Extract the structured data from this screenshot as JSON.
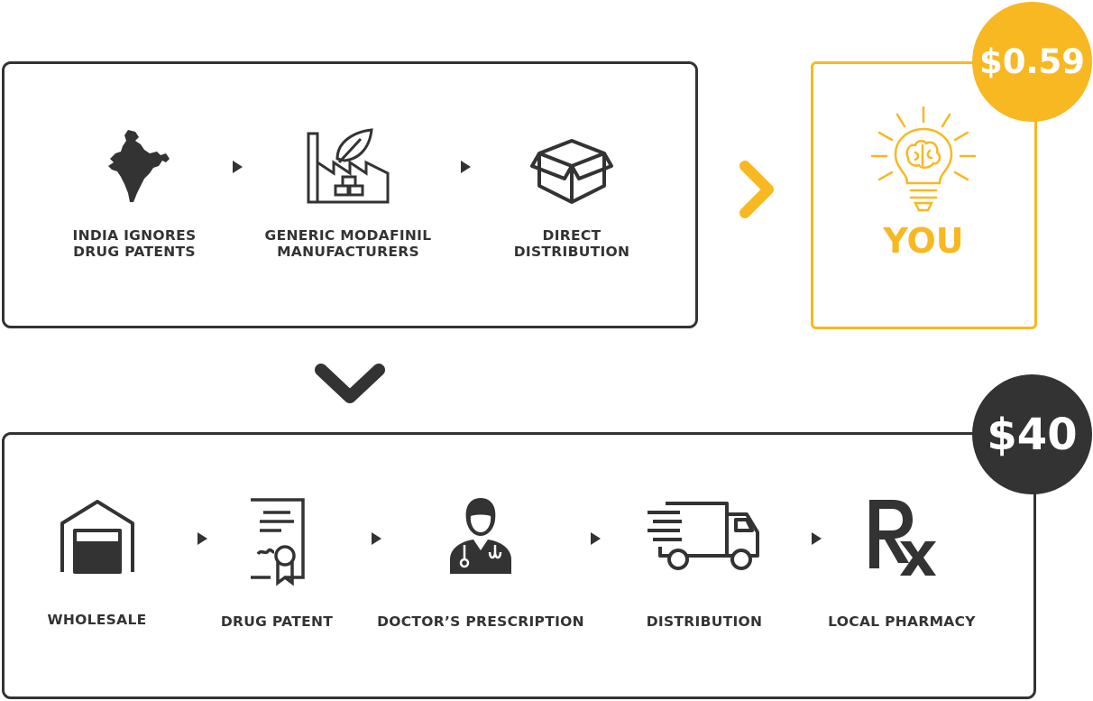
{
  "direct_path": {
    "steps": [
      {
        "label": "INDIA IGNORES\nDRUG PATENTS",
        "icon": "india-map-icon"
      },
      {
        "label": "GENERIC MODAFINIL\nMANUFACTURERS",
        "icon": "factory-leaf-icon"
      },
      {
        "label": "DIRECT\nDISTRIBUTION",
        "icon": "open-box-icon"
      }
    ],
    "destination": {
      "label": "YOU",
      "price": "$0.59",
      "icon": "lightbulb-brain-icon"
    }
  },
  "retail_path": {
    "price": "$40",
    "steps": [
      {
        "label": "WHOLESALE",
        "icon": "warehouse-icon"
      },
      {
        "label": "DRUG PATENT",
        "icon": "certificate-icon"
      },
      {
        "label": "DOCTOR’S PRESCRIPTION",
        "icon": "doctor-icon"
      },
      {
        "label": "DISTRIBUTION",
        "icon": "delivery-truck-icon"
      },
      {
        "label": "LOCAL PHARMACY",
        "icon": "rx-icon"
      }
    ]
  },
  "colors": {
    "accent": "#f8b822",
    "dark": "#333333",
    "background": "#ffffff"
  }
}
